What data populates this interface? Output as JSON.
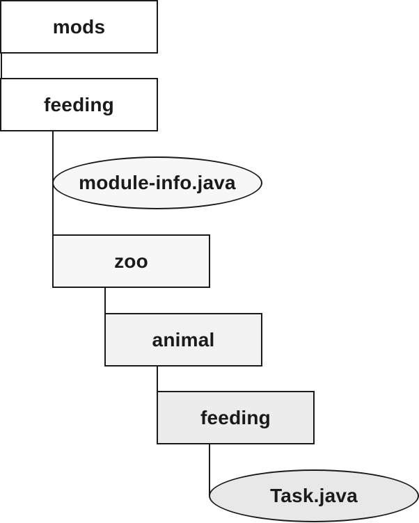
{
  "tree": {
    "root": {
      "label": "mods",
      "kind": "folder",
      "fill": "#ffffff"
    },
    "module_folder": {
      "label": "feeding",
      "kind": "folder",
      "fill": "#ffffff"
    },
    "module_info": {
      "label": "module-info.java",
      "kind": "file",
      "fill": "#f7f7f7"
    },
    "package_zoo": {
      "label": "zoo",
      "kind": "folder",
      "fill": "#f7f7f7"
    },
    "package_animal": {
      "label": "animal",
      "kind": "folder",
      "fill": "#f2f2f2"
    },
    "package_feeding": {
      "label": "feeding",
      "kind": "folder",
      "fill": "#ececec"
    },
    "task_file": {
      "label": "Task.java",
      "kind": "file",
      "fill": "#e8e8e8"
    }
  }
}
